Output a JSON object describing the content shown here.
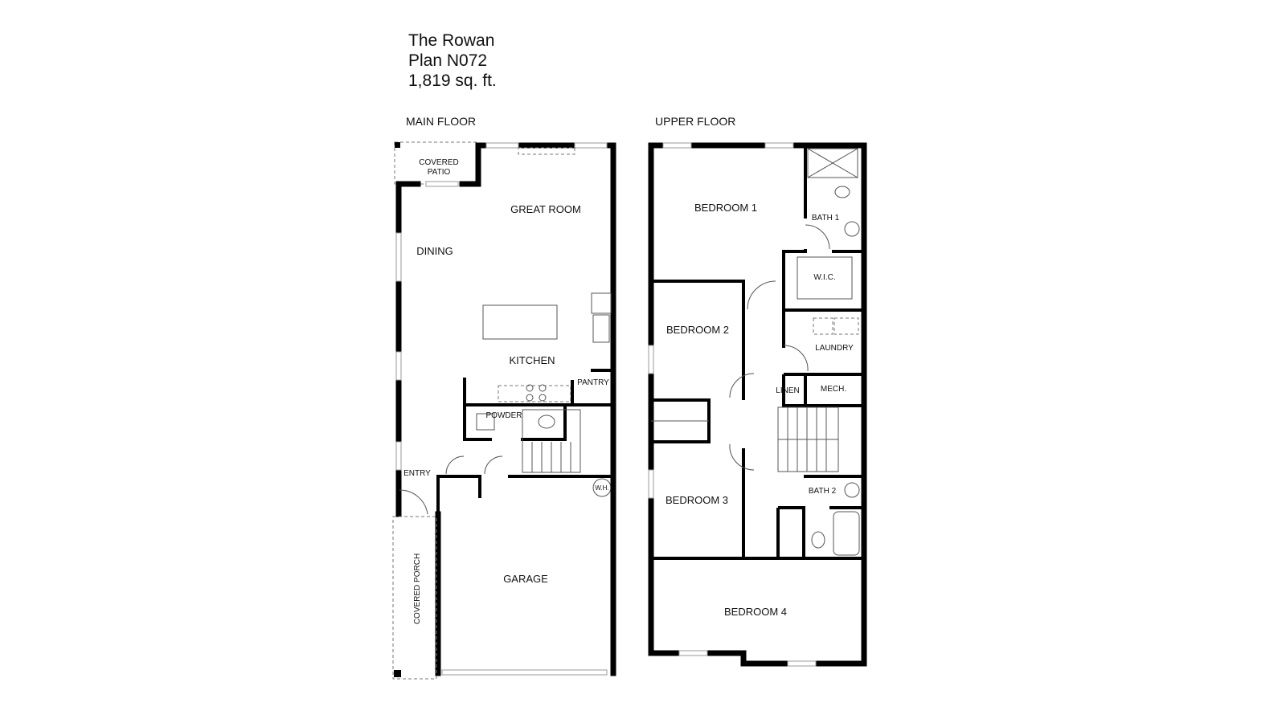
{
  "plan": {
    "name": "The Rowan",
    "number": "Plan N072",
    "area": "1,819 sq. ft."
  },
  "main_floor": {
    "label": "MAIN FLOOR",
    "rooms": {
      "covered_patio_1": "COVERED",
      "covered_patio_2": "PATIO",
      "great_room": "GREAT ROOM",
      "dining": "DINING",
      "kitchen": "KITCHEN",
      "pantry": "PANTRY",
      "powder": "POWDER",
      "entry": "ENTRY",
      "water_heater": "W.H.",
      "garage": "GARAGE",
      "covered_porch": "COVERED PORCH"
    }
  },
  "upper_floor": {
    "label": "UPPER FLOOR",
    "rooms": {
      "bedroom_1": "BEDROOM 1",
      "bath_1": "BATH 1",
      "wic": "W.I.C.",
      "bedroom_2": "BEDROOM 2",
      "laundry": "LAUNDRY",
      "linen": "LINEN",
      "mech": "MECH.",
      "bedroom_3": "BEDROOM 3",
      "bath_2": "BATH 2",
      "bedroom_4": "BEDROOM 4"
    }
  }
}
